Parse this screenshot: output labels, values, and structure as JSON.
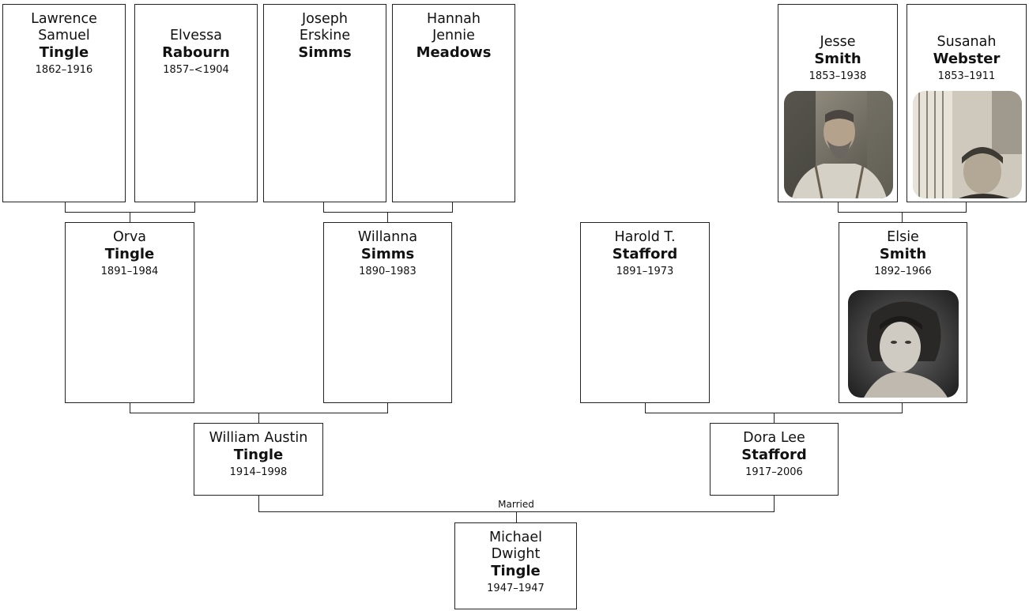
{
  "persons": {
    "lawrence": {
      "given": "Lawrence\nSamuel",
      "surname": "Tingle",
      "dates": "1862–1916"
    },
    "elvessa": {
      "given": "Elvessa",
      "surname": "Rabourn",
      "dates": "1857–<1904"
    },
    "joseph": {
      "given": "Joseph\nErskine",
      "surname": "Simms",
      "dates": ""
    },
    "hannah": {
      "given": "Hannah\nJennie",
      "surname": "Meadows",
      "dates": ""
    },
    "jesse": {
      "given": "Jesse",
      "surname": "Smith",
      "dates": "1853–1938"
    },
    "susanah": {
      "given": "Susanah",
      "surname": "Webster",
      "dates": "1853–1911"
    },
    "orva": {
      "given": "Orva",
      "surname": "Tingle",
      "dates": "1891–1984"
    },
    "willanna": {
      "given": "Willanna",
      "surname": "Simms",
      "dates": "1890–1983"
    },
    "harold": {
      "given": "Harold T.",
      "surname": "Stafford",
      "dates": "1891–1973"
    },
    "elsie": {
      "given": "Elsie",
      "surname": "Smith",
      "dates": "1892–1966"
    },
    "william": {
      "given": "William Austin",
      "surname": "Tingle",
      "dates": "1914–1998"
    },
    "dora": {
      "given": "Dora Lee",
      "surname": "Stafford",
      "dates": "1917–2006"
    },
    "michael": {
      "given": "Michael\nDwight",
      "surname": "Tingle",
      "dates": "1947–1947"
    }
  },
  "labels": {
    "married": "Married"
  },
  "colors": {
    "border": "#222222",
    "line": "#222222",
    "background": "#ffffff"
  },
  "photos": {
    "jesse": "portrait-photo",
    "susanah": "portrait-photo",
    "elsie": "portrait-photo"
  }
}
